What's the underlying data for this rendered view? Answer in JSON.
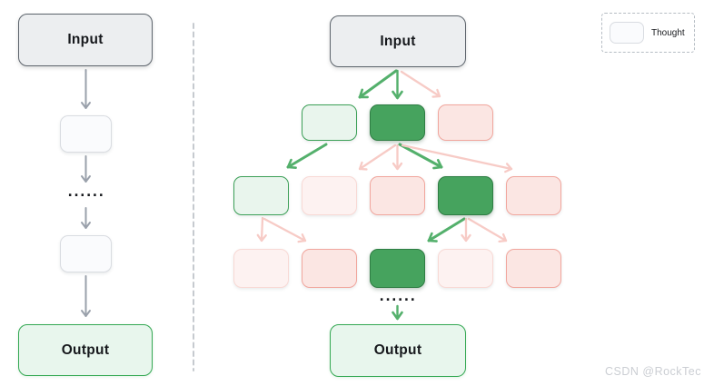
{
  "legend": {
    "label": "Thought"
  },
  "left_chain": {
    "input_label": "Input",
    "output_label": "Output",
    "ellipsis": "......",
    "thoughts": [
      "neutral",
      "neutral"
    ]
  },
  "right_tree": {
    "input_label": "Input",
    "output_label": "Output",
    "ellipsis": "......",
    "levels": {
      "l1": [
        "green-light",
        "green-solid",
        "pink"
      ],
      "l2": [
        "green-light",
        "pink-faded",
        "pink",
        "green-solid",
        "pink"
      ],
      "l3": [
        "pink-faded",
        "pink",
        "green-solid",
        "pink-faded",
        "pink"
      ]
    }
  },
  "watermark": {
    "text": "CSDN @RockTec"
  },
  "colors": {
    "gray_arrow": "#9aa1ab",
    "green": "#54b06c",
    "pink_arrow": "#f7cbc6",
    "node_green_fill": "#46a35e",
    "node_green_border": "#2e7d43",
    "node_greenlight_fill": "#e9f5ed",
    "node_greenlight_border": "#3da058",
    "node_pink_fill": "#fbe6e3",
    "node_pink_border": "#f1a69d",
    "node_pinkfaded_fill": "#fdf2f1",
    "node_pinkfaded_border": "#f8d9d5",
    "node_neutral_fill": "#fafbfd",
    "node_neutral_border": "#d9dce1",
    "input_fill": "#eceef0",
    "input_border": "#5d646c",
    "output_fill": "#e8f6ed",
    "output_border": "#34a853",
    "divider": "#c6cacf",
    "watermark": "#cbced3",
    "text": "#17191d"
  }
}
